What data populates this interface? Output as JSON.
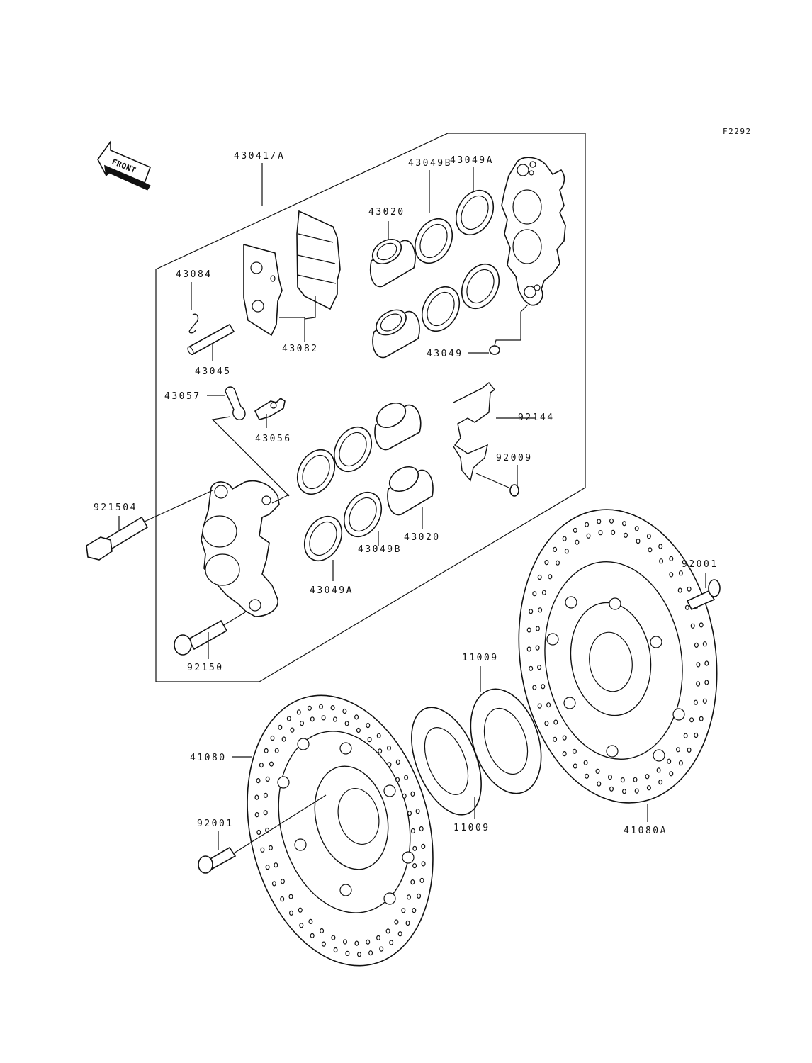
{
  "figure_code": "F2292",
  "front_marker": {
    "text": "FRONT",
    "icon": "front-arrow-icon"
  },
  "callouts": {
    "c43041A": "43041/A",
    "c43084": "43084",
    "c43045": "43045",
    "c43082": "43082",
    "c43020_top": "43020",
    "c43049B_top": "43049B",
    "c43049A_top": "43049A",
    "c43049": "43049",
    "c43057": "43057",
    "c43056": "43056",
    "c92144": "92144",
    "c92009": "92009",
    "c921504": "921504",
    "c43020_bot": "43020",
    "c43049B_bot": "43049B",
    "c43049A_bot": "43049A",
    "c92150": "92150",
    "c92001_right": "92001",
    "c11009_top": "11009",
    "c11009_bot": "11009",
    "c41080": "41080",
    "c41080A": "41080A",
    "c92001_left": "92001"
  }
}
